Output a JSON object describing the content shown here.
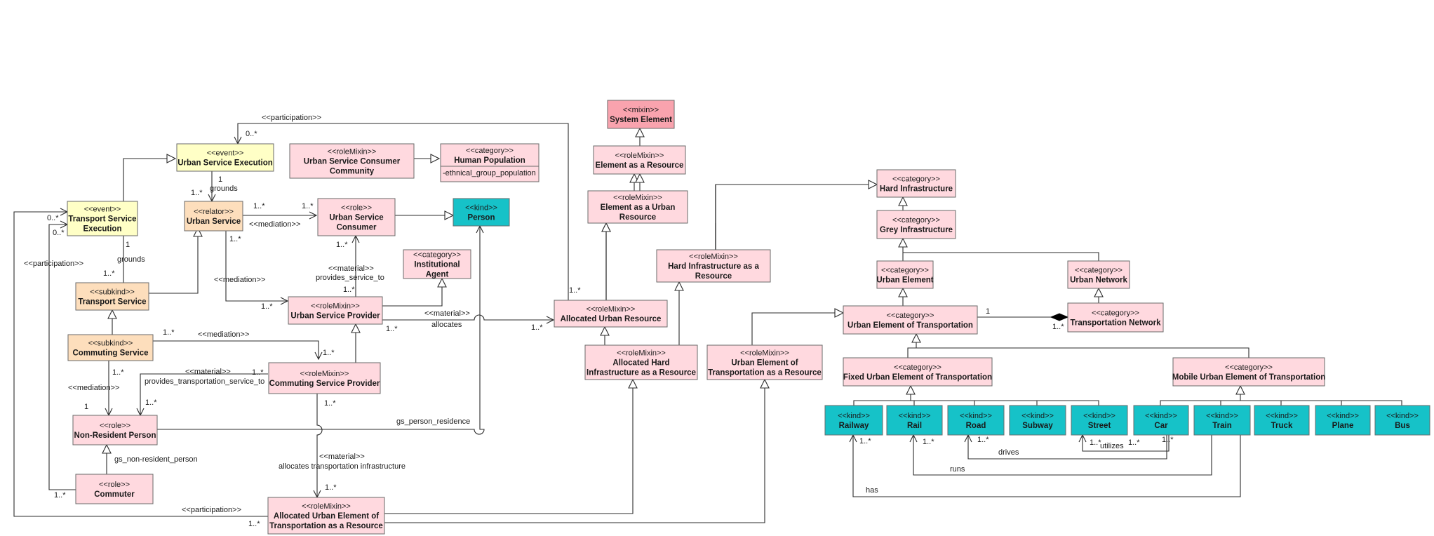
{
  "colors": {
    "pink": "#FFD9DF",
    "rose": "#F9A3AE",
    "yellow": "#FFFFC6",
    "peach": "#FDDEBC",
    "teal": "#16C2C8"
  },
  "classes": [
    {
      "id": "sysel",
      "stereotype": "<<mixin>>",
      "name": [
        "System Element"
      ],
      "color": "rose"
    },
    {
      "id": "elres",
      "stereotype": "<<roleMixin>>",
      "name": [
        "Element as a Resource"
      ],
      "color": "pink"
    },
    {
      "id": "elurb",
      "stereotype": "<<roleMixin>>",
      "name": [
        "Element as a Urban",
        "Resource"
      ],
      "color": "pink"
    },
    {
      "id": "hardres",
      "stereotype": "<<roleMixin>>",
      "name": [
        "Hard Infrastructure as a",
        "Resource"
      ],
      "color": "pink"
    },
    {
      "id": "allocurb",
      "stereotype": "<<roleMixin>>",
      "name": [
        "Allocated Urban Resource"
      ],
      "color": "pink"
    },
    {
      "id": "allochard",
      "stereotype": "<<roleMixin>>",
      "name": [
        "Allocated Hard",
        "Infrastructure as a Resource"
      ],
      "color": "pink"
    },
    {
      "id": "urbtres",
      "stereotype": "<<roleMixin>>",
      "name": [
        "Urban Element of",
        "Transportation as a Resource"
      ],
      "color": "pink"
    },
    {
      "id": "allocurbt",
      "stereotype": "<<roleMixin>>",
      "name": [
        "Allocated Urban Element of",
        "Transportation as a Resource"
      ],
      "color": "pink"
    },
    {
      "id": "hardinf",
      "stereotype": "<<category>>",
      "name": [
        "Hard Infrastructure"
      ],
      "color": "pink"
    },
    {
      "id": "greyinf",
      "stereotype": "<<category>>",
      "name": [
        "Grey Infrastructure"
      ],
      "color": "pink"
    },
    {
      "id": "urbel",
      "stereotype": "<<category>>",
      "name": [
        "Urban Element"
      ],
      "color": "pink"
    },
    {
      "id": "urbnet",
      "stereotype": "<<category>>",
      "name": [
        "Urban Network"
      ],
      "color": "pink"
    },
    {
      "id": "urbtrans",
      "stereotype": "<<category>>",
      "name": [
        "Urban Element of Transportation"
      ],
      "color": "pink"
    },
    {
      "id": "transnet",
      "stereotype": "<<category>>",
      "name": [
        "Transportation Network"
      ],
      "color": "pink"
    },
    {
      "id": "fixed",
      "stereotype": "<<category>>",
      "name": [
        "Fixed Urban Element of Transportation"
      ],
      "color": "pink"
    },
    {
      "id": "mobile",
      "stereotype": "<<category>>",
      "name": [
        "Mobile Urban Element of Transportation"
      ],
      "color": "pink"
    },
    {
      "id": "railway",
      "stereotype": "<<kind>>",
      "name": [
        "Railway"
      ],
      "color": "teal"
    },
    {
      "id": "rail",
      "stereotype": "<<kind>>",
      "name": [
        "Rail"
      ],
      "color": "teal"
    },
    {
      "id": "road",
      "stereotype": "<<kind>>",
      "name": [
        "Road"
      ],
      "color": "teal"
    },
    {
      "id": "subway",
      "stereotype": "<<kind>>",
      "name": [
        "Subway"
      ],
      "color": "teal"
    },
    {
      "id": "street",
      "stereotype": "<<kind>>",
      "name": [
        "Street"
      ],
      "color": "teal"
    },
    {
      "id": "car",
      "stereotype": "<<kind>>",
      "name": [
        "Car"
      ],
      "color": "teal"
    },
    {
      "id": "train",
      "stereotype": "<<kind>>",
      "name": [
        "Train"
      ],
      "color": "teal"
    },
    {
      "id": "truck",
      "stereotype": "<<kind>>",
      "name": [
        "Truck"
      ],
      "color": "teal"
    },
    {
      "id": "plane",
      "stereotype": "<<kind>>",
      "name": [
        "Plane"
      ],
      "color": "teal"
    },
    {
      "id": "bus",
      "stereotype": "<<kind>>",
      "name": [
        "Bus"
      ],
      "color": "teal"
    },
    {
      "id": "use",
      "stereotype": "<<event>>",
      "name": [
        "Urban Service Execution"
      ],
      "color": "yellow"
    },
    {
      "id": "tse",
      "stereotype": "<<event>>",
      "name": [
        "Transport Service",
        "Execution"
      ],
      "color": "yellow"
    },
    {
      "id": "us",
      "stereotype": "<<relator>>",
      "name": [
        "Urban Service"
      ],
      "color": "peach"
    },
    {
      "id": "ts",
      "stereotype": "<<subkind>>",
      "name": [
        "Transport Service"
      ],
      "color": "peach"
    },
    {
      "id": "cs",
      "stereotype": "<<subkind>>",
      "name": [
        "Commuting  Service"
      ],
      "color": "peach"
    },
    {
      "id": "uscc",
      "stereotype": "<<roleMixin>>",
      "name": [
        "Urban Service Consumer",
        "Community"
      ],
      "color": "pink"
    },
    {
      "id": "humpop",
      "stereotype": "<<category>>",
      "name": [
        "Human Population"
      ],
      "attrs": [
        "-ethnical_group_population"
      ],
      "color": "pink"
    },
    {
      "id": "usc",
      "stereotype": "<<role>>",
      "name": [
        "Urban Service",
        "Consumer"
      ],
      "color": "pink"
    },
    {
      "id": "person",
      "stereotype": "<<kind>>",
      "name": [
        "Person"
      ],
      "color": "teal"
    },
    {
      "id": "instag",
      "stereotype": "<<category>>",
      "name": [
        "Institutional",
        "Agent"
      ],
      "color": "pink"
    },
    {
      "id": "usp",
      "stereotype": "<<roleMixin>>",
      "name": [
        "Urban Service Provider"
      ],
      "color": "pink"
    },
    {
      "id": "csp",
      "stereotype": "<<roleMixin>>",
      "name": [
        "Commuting Service Provider"
      ],
      "color": "pink"
    },
    {
      "id": "nrp",
      "stereotype": "<<role>>",
      "name": [
        "Non-Resident Person"
      ],
      "color": "pink"
    },
    {
      "id": "comm",
      "stereotype": "<<role>>",
      "name": [
        "Commuter"
      ],
      "color": "pink"
    }
  ],
  "labels": [
    {
      "id": "participation_top",
      "text": "<<participation>>"
    },
    {
      "id": "participation_left",
      "text": "<<participation>>"
    },
    {
      "id": "participation_bottom",
      "text": "<<participation>>"
    },
    {
      "id": "m_0star_a",
      "text": "0..*"
    },
    {
      "id": "m_0star_b",
      "text": "0..*"
    },
    {
      "id": "m_0star_c",
      "text": "0..*"
    },
    {
      "id": "grounds_1",
      "text": "grounds"
    },
    {
      "id": "m_1_a",
      "text": "1"
    },
    {
      "id": "m_1star_a",
      "text": "1..*"
    },
    {
      "id": "grounds_2",
      "text": "grounds"
    },
    {
      "id": "m_1_b",
      "text": "1"
    },
    {
      "id": "m_1star_b",
      "text": "1..*"
    },
    {
      "id": "mediation_1",
      "text": "<<mediation>>"
    },
    {
      "id": "m_1star_c",
      "text": "1..*"
    },
    {
      "id": "m_1star_d",
      "text": "1..*"
    },
    {
      "id": "mediation_2",
      "text": "<<mediation>>"
    },
    {
      "id": "m_1star_e",
      "text": "1..*"
    },
    {
      "id": "m_1star_f",
      "text": "1..*"
    },
    {
      "id": "material_1",
      "text": "<<material>>"
    },
    {
      "id": "provides_service_to",
      "text": "provides_service_to"
    },
    {
      "id": "m_1star_g",
      "text": "1..*"
    },
    {
      "id": "m_1star_h",
      "text": "1..*"
    },
    {
      "id": "material_2",
      "text": "<<material>>"
    },
    {
      "id": "allocates",
      "text": "allocates"
    },
    {
      "id": "m_1star_i",
      "text": "1..*"
    },
    {
      "id": "m_1star_j",
      "text": "1..*"
    },
    {
      "id": "m_1star_k",
      "text": "1..*"
    },
    {
      "id": "mediation_3",
      "text": "<<mediation>>"
    },
    {
      "id": "m_1star_l",
      "text": "1..*"
    },
    {
      "id": "m_1star_m",
      "text": "1..*"
    },
    {
      "id": "mediation_4",
      "text": "<<mediation>>"
    },
    {
      "id": "m_1_c",
      "text": "1"
    },
    {
      "id": "material_3",
      "text": "<<material>>"
    },
    {
      "id": "provides_transportation_service_to",
      "text": "provides_transportation_service_to"
    },
    {
      "id": "m_1star_n",
      "text": "1..*"
    },
    {
      "id": "m_1star_o",
      "text": "1..*"
    },
    {
      "id": "gs_person_residence",
      "text": "gs_person_residence"
    },
    {
      "id": "gs_non_resident_person",
      "text": "gs_non-resident_person"
    },
    {
      "id": "m_1star_p",
      "text": "1..*"
    },
    {
      "id": "material_4",
      "text": "<<material>>"
    },
    {
      "id": "allocates_transportation_infrastructure",
      "text": "allocates transportation infrastructure"
    },
    {
      "id": "m_1star_q",
      "text": "1..*"
    },
    {
      "id": "m_1star_r",
      "text": "1..*"
    },
    {
      "id": "m_1star_s",
      "text": "1..*"
    },
    {
      "id": "m_1_d",
      "text": "1"
    },
    {
      "id": "m_1star_t",
      "text": "1..*"
    },
    {
      "id": "m_1star_u",
      "text": "1..*"
    },
    {
      "id": "m_1star_v",
      "text": "1..*"
    },
    {
      "id": "m_1star_w",
      "text": "1..*"
    },
    {
      "id": "m_1star_x",
      "text": "1..*"
    },
    {
      "id": "m_1star_y",
      "text": "1..*"
    },
    {
      "id": "m_1star_z",
      "text": "1..*"
    },
    {
      "id": "m_1star_aa",
      "text": "1..*"
    },
    {
      "id": "utilizes",
      "text": "utilizes"
    },
    {
      "id": "drives",
      "text": "drives"
    },
    {
      "id": "runs",
      "text": "runs"
    },
    {
      "id": "has",
      "text": "has"
    }
  ]
}
